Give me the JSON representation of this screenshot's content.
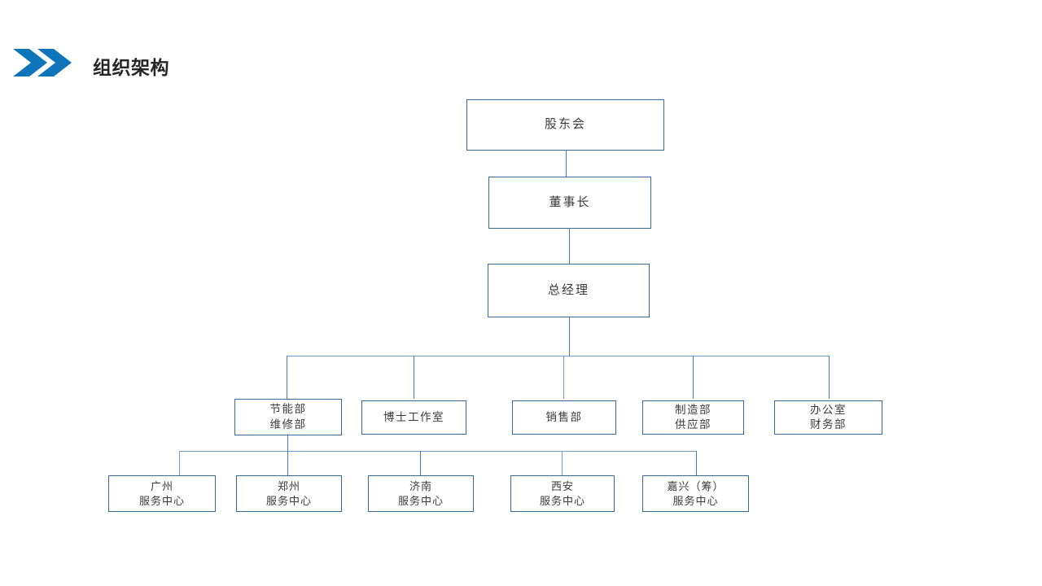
{
  "slide": {
    "title": "组织架构",
    "accent_color": "#0E75BB",
    "box_border_color": "#36699c",
    "connector_color": "#3f7fb4",
    "title_color": "#262626",
    "background_color": "#ffffff"
  },
  "chart_data": {
    "type": "diagram",
    "title": "组织架构",
    "levels": [
      {
        "level": 1,
        "nodes": [
          {
            "id": "shareholders",
            "lines": [
              "股东会"
            ]
          }
        ]
      },
      {
        "level": 2,
        "nodes": [
          {
            "id": "chairman",
            "lines": [
              "董事长"
            ]
          }
        ]
      },
      {
        "level": 3,
        "nodes": [
          {
            "id": "general-manager",
            "lines": [
              "总经理"
            ]
          }
        ]
      },
      {
        "level": 4,
        "nodes": [
          {
            "id": "energy-maintenance",
            "lines": [
              "节能部",
              "维修部"
            ]
          },
          {
            "id": "doctoral-studio",
            "lines": [
              "博士工作室"
            ]
          },
          {
            "id": "sales",
            "lines": [
              "销售部"
            ]
          },
          {
            "id": "manufacture-supply",
            "lines": [
              "制造部",
              "供应部"
            ]
          },
          {
            "id": "office-finance",
            "lines": [
              "办公室",
              "财务部"
            ]
          }
        ]
      },
      {
        "level": 5,
        "nodes": [
          {
            "id": "guangzhou",
            "lines": [
              "广州",
              "服务中心"
            ]
          },
          {
            "id": "zhengzhou",
            "lines": [
              "郑州",
              "服务中心"
            ]
          },
          {
            "id": "jinan",
            "lines": [
              "济南",
              "服务中心"
            ]
          },
          {
            "id": "xian",
            "lines": [
              "西安",
              "服务中心"
            ]
          },
          {
            "id": "jiaxing",
            "lines": [
              "嘉兴（筹）",
              "服务中心"
            ]
          }
        ]
      }
    ],
    "edges": [
      {
        "from": "shareholders",
        "to": "chairman"
      },
      {
        "from": "chairman",
        "to": "general-manager"
      },
      {
        "from": "general-manager",
        "to": "energy-maintenance"
      },
      {
        "from": "general-manager",
        "to": "doctoral-studio"
      },
      {
        "from": "general-manager",
        "to": "sales"
      },
      {
        "from": "general-manager",
        "to": "manufacture-supply"
      },
      {
        "from": "general-manager",
        "to": "office-finance"
      },
      {
        "from": "energy-maintenance",
        "to": "guangzhou"
      },
      {
        "from": "energy-maintenance",
        "to": "zhengzhou"
      },
      {
        "from": "energy-maintenance",
        "to": "jinan"
      },
      {
        "from": "energy-maintenance",
        "to": "xian"
      },
      {
        "from": "energy-maintenance",
        "to": "jiaxing"
      }
    ]
  }
}
